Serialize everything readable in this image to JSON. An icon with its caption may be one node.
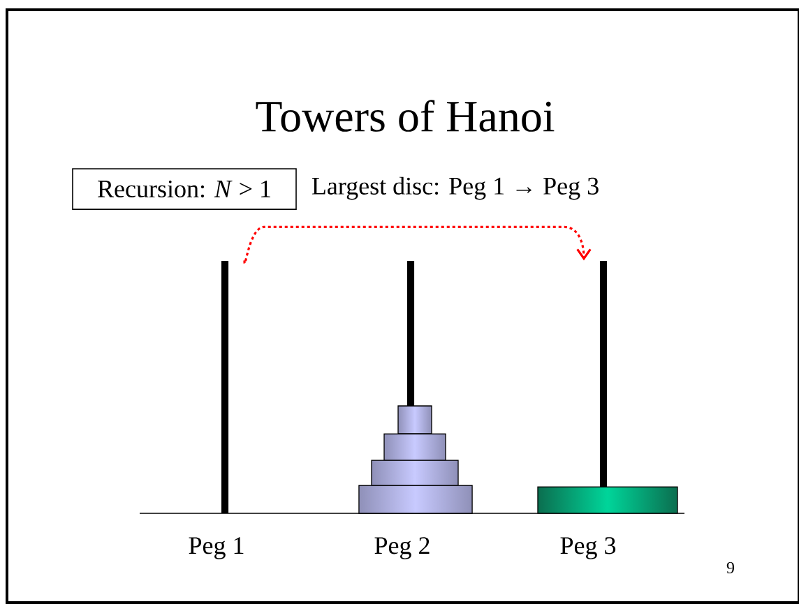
{
  "diagram": {
    "title": "Towers of Hanoi",
    "nodes": [
      {
        "text": [
          "Recursion: *N* > 1"
        ]
      },
      {
        "text": [],
        "shape": "bar"
      },
      {
        "text": [],
        "shape": "bar"
      },
      {
        "text": [],
        "shape": "bar"
      },
      {
        "text": [],
        "shape": "box"
      },
      {
        "text": [],
        "shape": "box"
      },
      {
        "text": [],
        "shape": "box"
      },
      {
        "text": [],
        "shape": "box"
      },
      {
        "text": [],
        "shape": "box"
      }
    ],
    "edges": [
      {
        "from": 1,
        "to": 3,
        "arrow": "to",
        "style": "dashed",
        "color": "#ff0000"
      }
    ],
    "labels": [
      "Largest disc: Peg 1 → Peg 3",
      "Peg 1",
      "Peg 2",
      "Peg 3",
      "9"
    ]
  }
}
